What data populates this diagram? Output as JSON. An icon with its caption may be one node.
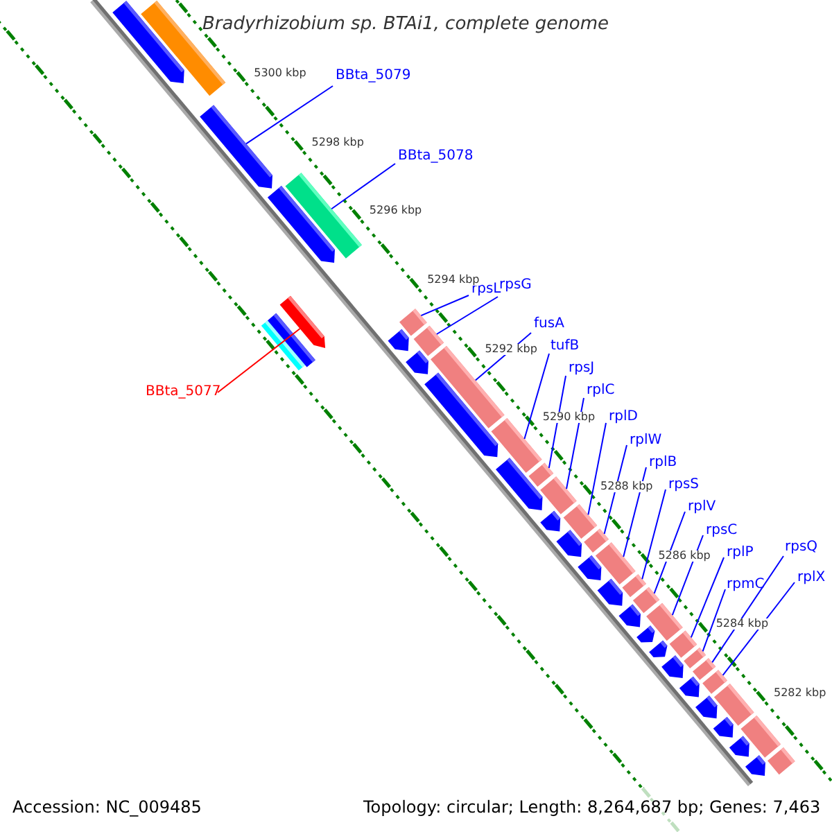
{
  "diagram": {
    "title": "Bradyrhizobium sp. BTAi1, complete genome",
    "nodes": [
      {
        "text": [
          "BBta_5079"
        ]
      },
      {
        "text": [
          "BBta_5078"
        ]
      },
      {
        "text": [
          "rpsL"
        ]
      },
      {
        "text": [
          "rpsG"
        ]
      },
      {
        "text": [
          "fusA"
        ]
      },
      {
        "text": [
          "tufB"
        ]
      },
      {
        "text": [
          "rpsJ"
        ]
      },
      {
        "text": [
          "rplC"
        ]
      },
      {
        "text": [
          "BBta_5077"
        ]
      },
      {
        "text": [
          "rplD"
        ]
      },
      {
        "text": [
          "rplW"
        ]
      },
      {
        "text": [
          "rplB"
        ]
      },
      {
        "text": [
          "rpsS"
        ]
      },
      {
        "text": [
          "rplV"
        ]
      },
      {
        "text": [
          "rpsC"
        ]
      },
      {
        "text": [
          "rplP"
        ]
      },
      {
        "text": [
          "rpsQ"
        ]
      },
      {
        "text": [
          "rpmC"
        ]
      },
      {
        "text": [
          "rplX"
        ]
      },
      {
        "text": [],
        "shape": "arrow"
      },
      {
        "text": [],
        "shape": "bar"
      },
      {
        "text": [],
        "shape": "bar"
      },
      {
        "text": [],
        "shape": "bar"
      },
      {
        "text": [],
        "shape": "bar"
      },
      {
        "text": [],
        "shape": "bar"
      },
      {
        "text": [],
        "shape": "bar"
      },
      {
        "text": [],
        "shape": "bar"
      },
      {
        "text": [],
        "shape": "arrow"
      },
      {
        "text": [],
        "shape": "bar"
      },
      {
        "text": [],
        "shape": "bar"
      },
      {
        "text": [],
        "shape": "bar"
      },
      {
        "text": [],
        "shape": "bar"
      },
      {
        "text": [],
        "shape": "bar"
      },
      {
        "text": [],
        "shape": "bar"
      },
      {
        "text": [],
        "shape": "bar"
      },
      {
        "text": [],
        "shape": "bar"
      },
      {
        "text": [],
        "shape": "bar"
      },
      {
        "text": [],
        "shape": "bar"
      },
      {
        "text": [],
        "shape": "bar"
      },
      {
        "text": [],
        "shape": "arrow"
      },
      {
        "text": [],
        "shape": "arrow"
      },
      {
        "text": [],
        "shape": "arrow"
      },
      {
        "text": [],
        "shape": "arrow"
      },
      {
        "text": [],
        "shape": "arrow"
      },
      {
        "text": [],
        "shape": "arrow"
      },
      {
        "text": [],
        "shape": "arrow"
      },
      {
        "text": [],
        "shape": "arrow"
      },
      {
        "text": [],
        "shape": "arrow"
      },
      {
        "text": [],
        "shape": "arrow"
      },
      {
        "text": [],
        "shape": "arrow"
      },
      {
        "text": [],
        "shape": "arrow"
      },
      {
        "text": [],
        "shape": "arrow"
      },
      {
        "text": [],
        "shape": "arrow"
      },
      {
        "text": [],
        "shape": "arrow"
      },
      {
        "text": [],
        "shape": "arrow"
      },
      {
        "text": [],
        "shape": "arrow"
      },
      {
        "text": [],
        "shape": "arrow"
      },
      {
        "text": [],
        "shape": "arrow"
      },
      {
        "text": [],
        "shape": "bar"
      },
      {
        "text": [],
        "shape": "bar"
      },
      {
        "text": [],
        "shape": "bar"
      },
      {
        "text": [],
        "shape": "bar"
      },
      {
        "text": [],
        "shape": "bar"
      }
    ],
    "edges": [
      {
        "from": 0,
        "to": 19,
        "arrow": "none"
      },
      {
        "from": 1,
        "to": 20,
        "arrow": "none"
      },
      {
        "from": 2,
        "to": 21,
        "arrow": "none"
      },
      {
        "from": 3,
        "to": 22,
        "arrow": "none"
      },
      {
        "from": 4,
        "to": 23,
        "arrow": "none"
      },
      {
        "from": 5,
        "to": 24,
        "arrow": "none"
      },
      {
        "from": 6,
        "to": 25,
        "arrow": "none"
      },
      {
        "from": 7,
        "to": 26,
        "arrow": "none"
      },
      {
        "from": 8,
        "to": 27,
        "arrow": "none",
        "color": "#ff0000"
      },
      {
        "from": 9,
        "to": 28,
        "arrow": "none"
      },
      {
        "from": 10,
        "to": 29,
        "arrow": "none"
      },
      {
        "from": 11,
        "to": 30,
        "arrow": "none"
      },
      {
        "from": 12,
        "to": 31,
        "arrow": "none"
      },
      {
        "from": 13,
        "to": 32,
        "arrow": "none"
      },
      {
        "from": 14,
        "to": 33,
        "arrow": "none"
      },
      {
        "from": 15,
        "to": 34,
        "arrow": "none"
      },
      {
        "from": 16,
        "to": 35,
        "arrow": "none"
      },
      {
        "from": 17,
        "to": 36,
        "arrow": "none"
      },
      {
        "from": 18,
        "to": 37,
        "arrow": "none"
      }
    ],
    "labels": [
      "5300 kbp",
      "5298 kbp",
      "5296 kbp",
      "5294 kbp",
      "5292 kbp",
      "5290 kbp",
      "5288 kbp",
      "5286 kbp",
      "5284 kbp",
      "5282 kbp",
      "Accession: NC_009485",
      "Topology: circular; Length: 8,264,687 bp; Genes: 7,463"
    ]
  }
}
